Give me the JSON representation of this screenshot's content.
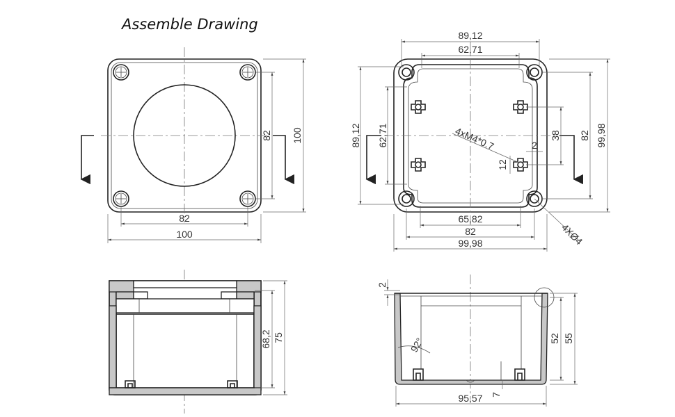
{
  "title": "Assemble Drawing",
  "views": {
    "top_lid": {
      "dims": {
        "bolt_h": "82",
        "overall_w": "100",
        "bolt_v": "82",
        "overall_v": "100"
      }
    },
    "top_box": {
      "dims": {
        "top_outer": "89,12",
        "top_inner": "62,71",
        "left_outer": "89,12",
        "left_inner": "62,71",
        "thread": "4xM4*0.7",
        "boss_pitch": "38",
        "bolt_v": "82",
        "overall_v": "99,98",
        "small_2": "2",
        "small_12": "12",
        "bottom_inner": "65,82",
        "bottom_bolt": "82",
        "bottom_overall": "99,98",
        "holes": "4XØ4"
      }
    },
    "side_lid": {
      "dims": {
        "inner_h": "68,2",
        "overall_h": "75"
      }
    },
    "side_box": {
      "dims": {
        "lip": "2",
        "inner_h": "52",
        "overall_h": "55",
        "draft": "92°",
        "base_w": "95,57",
        "foot": "7"
      }
    }
  }
}
